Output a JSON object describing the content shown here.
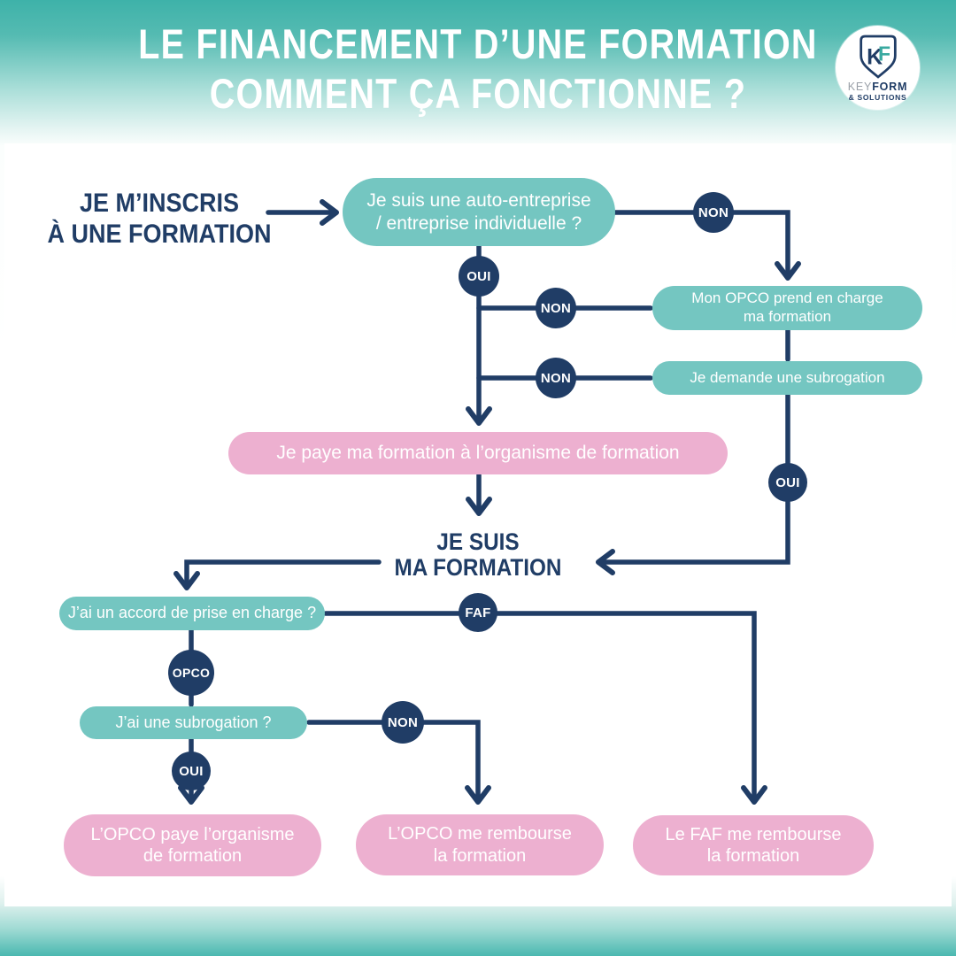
{
  "header": {
    "title_line1": "LE FINANCEMENT D’UNE FORMATION",
    "title_line2": "COMMENT ÇA FONCTIONNE ?",
    "logo": {
      "monogram_k": "K",
      "monogram_f": "F",
      "brand_key": "KEY",
      "brand_form": "FORM",
      "brand_solutions": "& SOLUTIONS"
    }
  },
  "colors": {
    "teal_box": "#74c6c1",
    "pink_box": "#edb0d0",
    "navy": "#203d66",
    "background_teal_top": "#3eb2a9",
    "background_teal_bottom": "#4ab8b0",
    "logo_f_teal": "#3aa9a0"
  },
  "flow": {
    "start": {
      "line1": "JE M’INSCRIS",
      "line2": "À UNE FORMATION"
    },
    "milestone": {
      "line1": "JE SUIS",
      "line2": "MA FORMATION"
    },
    "boxes": {
      "auto_entreprise": {
        "line1": "Je suis une auto-entreprise",
        "line2": "/ entreprise individuelle ?"
      },
      "opco_charge": {
        "line1": "Mon OPCO prend en charge",
        "line2": "ma formation"
      },
      "subrogation_request": {
        "line1": "Je demande une subrogation"
      },
      "pay_organisme": {
        "line1": "Je paye ma formation à l’organisme de formation"
      },
      "accord_prise_en_charge": {
        "line1": "J’ai un accord de prise en charge ?"
      },
      "subrogation_question": {
        "line1": "J’ai une subrogation ?"
      },
      "opco_pays": {
        "line1": "L’OPCO paye l’organisme",
        "line2": "de formation"
      },
      "opco_refund": {
        "line1": "L’OPCO me rembourse",
        "line2": "la formation"
      },
      "faf_refund": {
        "line1": "Le FAF me rembourse",
        "line2": "la formation"
      }
    },
    "badges": {
      "non_top": "NON",
      "oui_main": "OUI",
      "non_branch1": "NON",
      "non_branch2": "NON",
      "oui_right": "OUI",
      "faf": "FAF",
      "opco": "OPCO",
      "non_subrogation": "NON",
      "oui_subrogation": "OUI"
    }
  }
}
